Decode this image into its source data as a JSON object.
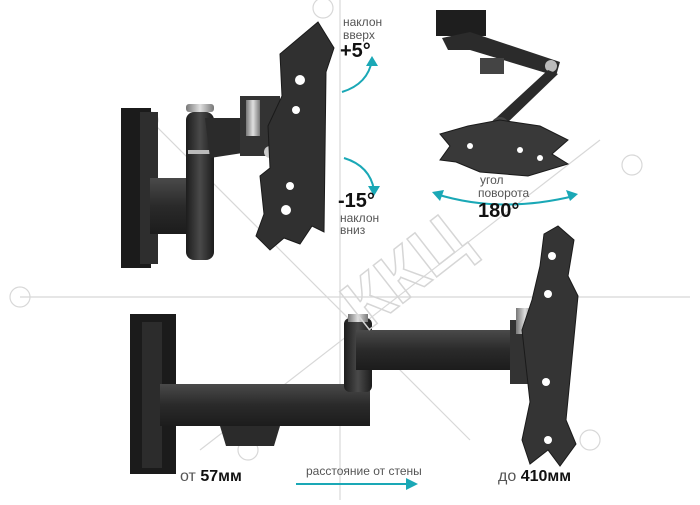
{
  "tilt_up": {
    "line1": "наклон",
    "line2": "вверх",
    "value": "+5°"
  },
  "tilt_down": {
    "value": "-15°",
    "line1": "наклон",
    "line2": "вниз"
  },
  "rotation": {
    "line1": "угол",
    "line2": "поворота",
    "value": "180°"
  },
  "distance": {
    "min_prefix": "от",
    "min_value": "57мм",
    "caption": "расстояние от стены",
    "max_prefix": "до",
    "max_value": "410мм"
  },
  "watermark": "ККЦ",
  "colors": {
    "accent": "#1aa8b6",
    "metal": "#2b2b2b",
    "metal_light": "#4a4a4a",
    "chrome": "#b7b7b7"
  }
}
